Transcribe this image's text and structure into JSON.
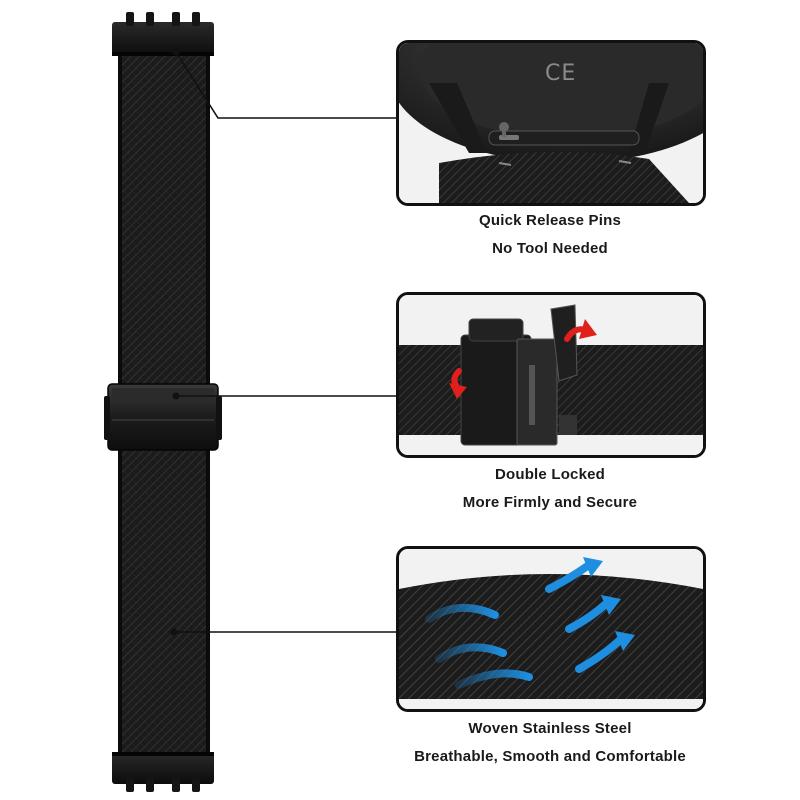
{
  "colors": {
    "strap": "#1b1b1b",
    "mesh_light": "#3a3a3a",
    "frame": "#111111",
    "red_arrow": "#e0201c",
    "blue_arrow": "#1e8fe0",
    "leader_line": "#111111"
  },
  "features": [
    {
      "id": "quick-release",
      "title": "Quick Release Pins",
      "subtitle": "No Tool Needed",
      "icon": "quick-release-pin-icon",
      "watch_mark": "CE"
    },
    {
      "id": "double-locked",
      "title": "Double Locked",
      "subtitle": "More Firmly and Secure",
      "icon": "double-lock-clasp-icon"
    },
    {
      "id": "woven-steel",
      "title": "Woven Stainless Steel",
      "subtitle": "Breathable, Smooth and Comfortable",
      "icon": "breathable-airflow-icon"
    }
  ]
}
